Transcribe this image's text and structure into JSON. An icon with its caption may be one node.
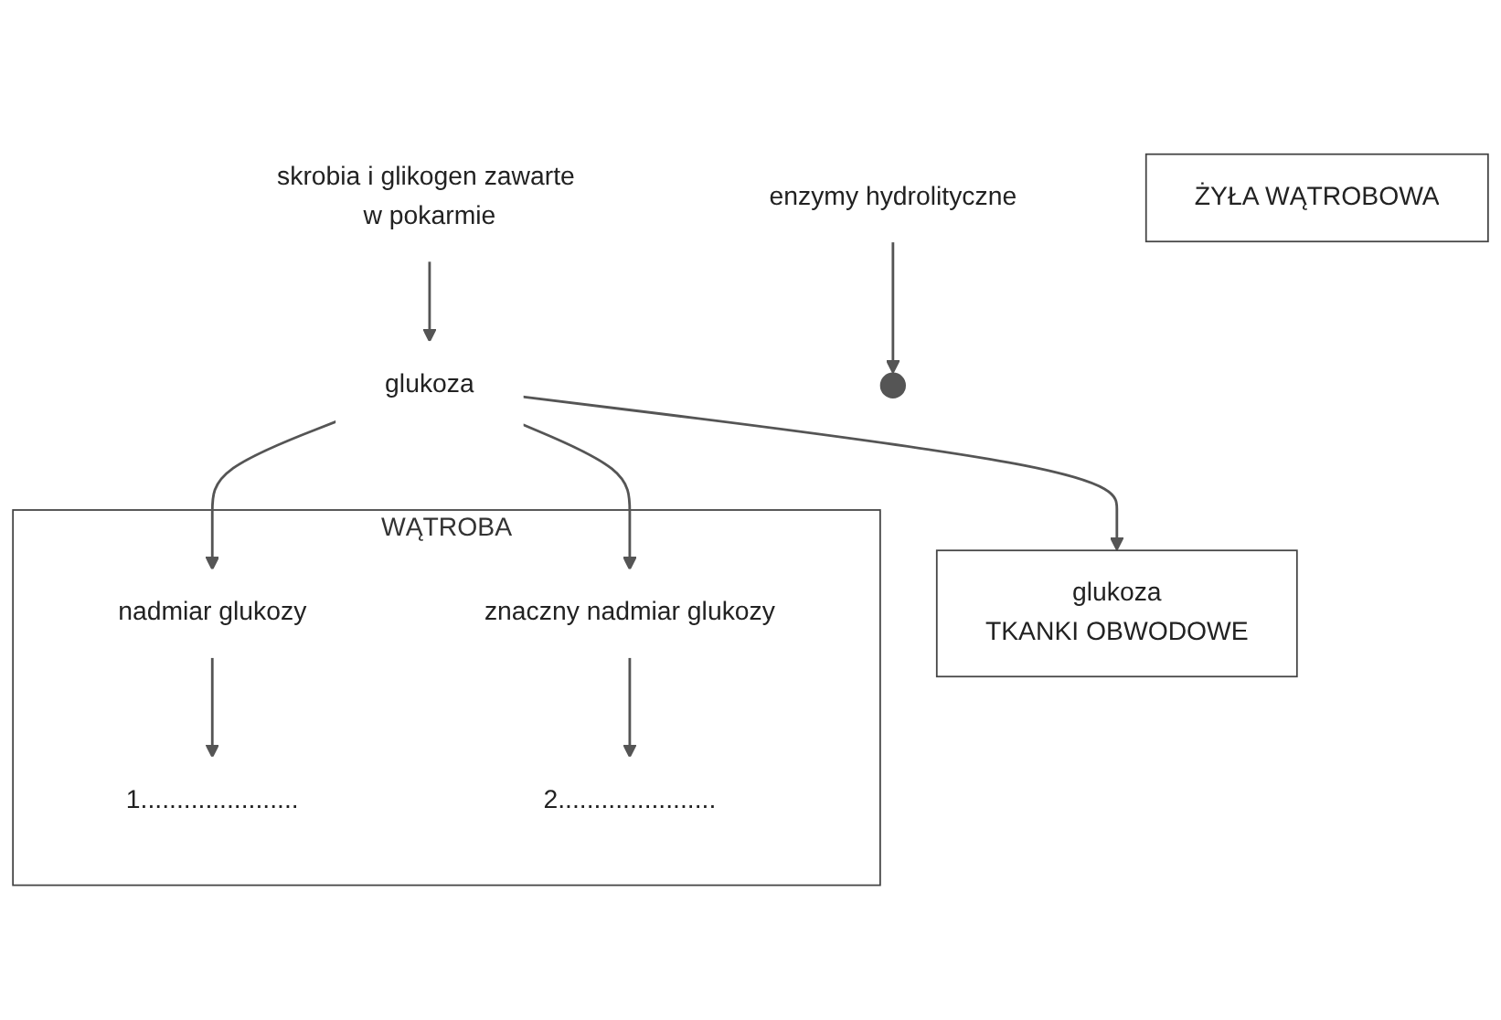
{
  "diagram": {
    "nodes": [
      {
        "text": [
          "skrobia i glikogen zawarte w pokarmie"
        ]
      },
      {
        "text": [
          "enzymy hydrolityczne"
        ]
      },
      {
        "text": [
          "glukoza"
        ]
      },
      {
        "text": [
          "WĄTROBA"
        ]
      },
      {
        "text": [
          "nadmiar glukozy"
        ],
        "in": 3
      },
      {
        "text": [
          "znaczny nadmiar glukozy"
        ],
        "in": 3
      },
      {
        "text": [
          "1......................"
        ],
        "in": 3
      },
      {
        "text": [
          "2......................"
        ],
        "in": 3
      },
      {
        "text": [
          "ŻYŁA WĄTROBOWA"
        ]
      },
      {
        "text": [
          "glukoza",
          "TKANKI OBWODOWE"
        ]
      }
    ],
    "edges": [
      {
        "from": 0,
        "to": 2,
        "arrow": "to"
      },
      {
        "from": 1,
        "to": null,
        "arrow": "to"
      },
      {
        "from": 2,
        "to": 4,
        "arrow": "to"
      },
      {
        "from": 2,
        "to": 5,
        "arrow": "to"
      },
      {
        "from": 2,
        "to": 9,
        "arrow": "to"
      },
      {
        "from": 4,
        "to": 6,
        "arrow": "to"
      },
      {
        "from": 5,
        "to": 7,
        "arrow": "to"
      }
    ]
  }
}
